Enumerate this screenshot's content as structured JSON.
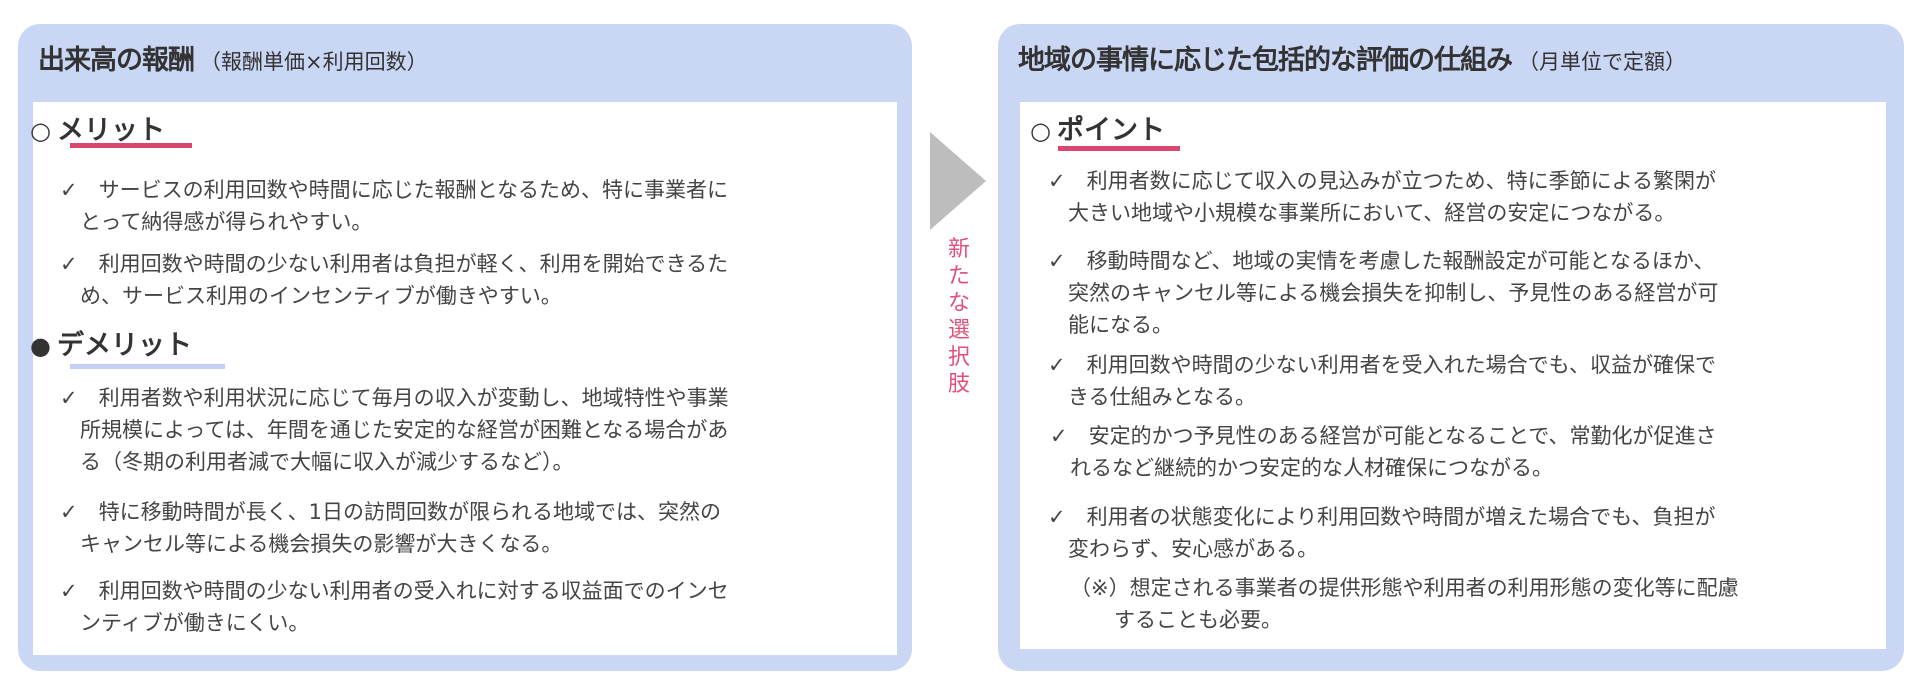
{
  "left": {
    "title": "出来高の報酬",
    "subtitle": "（報酬単価×利用回数）",
    "merit": {
      "mark": "○",
      "heading": "メリット",
      "items": [
        [
          "✓　サービスの利用回数や時間に応じた報酬となるため、特に事業者に",
          "とって納得感が得られやすい。"
        ],
        [
          "✓　利用回数や時間の少ない利用者は負担が軽く、利用を開始できるた",
          "め、サービス利用のインセンティブが働きやすい。"
        ]
      ]
    },
    "demerit": {
      "mark": "●",
      "heading": "デメリット",
      "items": [
        [
          "✓　利用者数や利用状況に応じて毎月の収入が変動し、地域特性や事業",
          "所規模によっては、年間を通じた安定的な経営が困難となる場合があ",
          "る（冬期の利用者減で大幅に収入が減少するなど）。"
        ],
        [
          "✓　特に移動時間が長く、1日の訪問回数が限られる地域では、突然の",
          "キャンセル等による機会損失の影響が大きくなる。"
        ],
        [
          "✓　利用回数や時間の少ない利用者の受入れに対する収益面でのインセ",
          "ンティブが働きにくい。"
        ]
      ]
    }
  },
  "arrow_label": "新たな選択肢",
  "right": {
    "title": "地域の事情に応じた包括的な評価の仕組み",
    "subtitle": "（月単位で定額）",
    "point": {
      "mark": "○",
      "heading": "ポイント",
      "items": [
        [
          "✓　利用者数に応じて収入の見込みが立つため、特に季節による繁閑が",
          "大きい地域や小規模な事業所において、経営の安定につながる。"
        ],
        [
          "✓　移動時間など、地域の実情を考慮した報酬設定が可能となるほか、",
          "突然のキャンセル等による機会損失を抑制し、予見性のある経営が可",
          "能になる。"
        ],
        [
          "✓　利用回数や時間の少ない利用者を受入れた場合でも、収益が確保で",
          "きる仕組みとなる。"
        ],
        [
          "✓　安定的かつ予見性のある経営が可能となることで、常勤化が促進さ",
          "れるなど継続的かつ安定的な人材確保につながる。"
        ],
        [
          "✓　利用者の状態変化により利用回数や時間が増えた場合でも、負担が",
          "変わらず、安心感がある。"
        ]
      ],
      "note": [
        "（※）想定される事業者の提供形態や利用者の利用形態の変化等に配慮",
        "することも必要。"
      ]
    }
  },
  "colors": {
    "panel": "#c9d6f4",
    "merit_underline": "#d9466e",
    "demerit_underline": "#c3cff5",
    "arrow": "#bdbdbd",
    "arrow_label": "#e0507a"
  }
}
